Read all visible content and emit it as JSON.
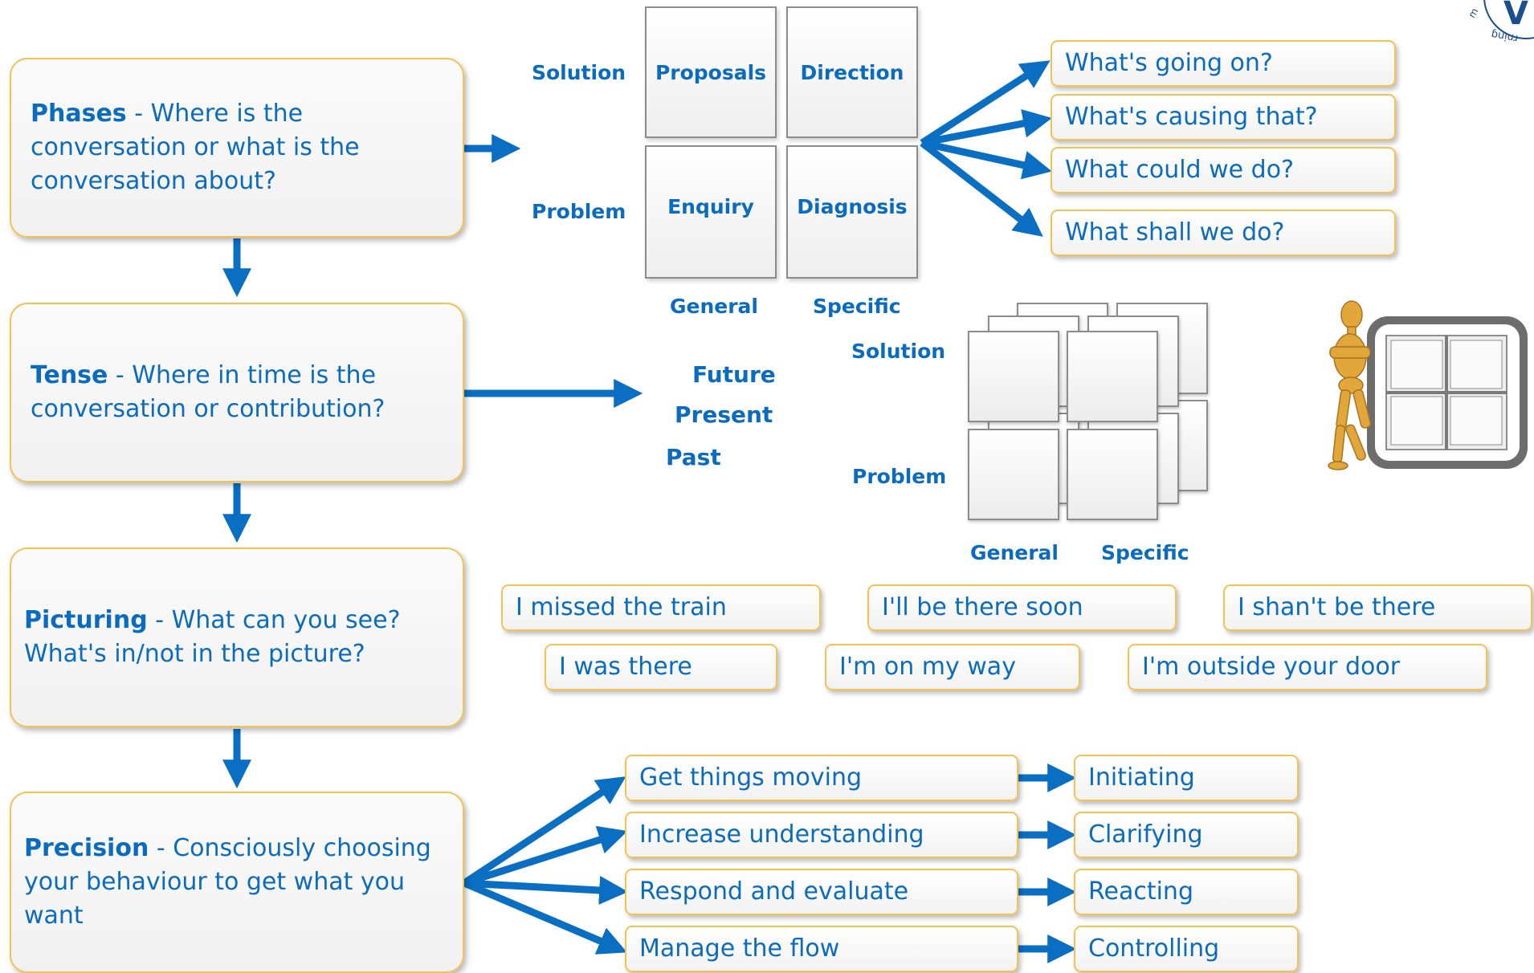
{
  "steps": [
    {
      "title": "Phases",
      "sep": " - ",
      "desc": "Where is the conversation or what is the conversation about?"
    },
    {
      "title": "Tense",
      "sep": " - ",
      "desc": "Where in time is the conversation or contribution?"
    },
    {
      "title": "Picturing",
      "sep": " - ",
      "desc": "What can you see? What's in/not in the picture?"
    },
    {
      "title": "Precision",
      "sep": " - ",
      "desc": "Consciously choosing your behaviour to get what you want"
    }
  ],
  "phases_grid": {
    "row_labels": [
      "Solution",
      "Problem"
    ],
    "col_labels": [
      "General",
      "Specific"
    ],
    "cells": [
      "Proposals",
      "Direction",
      "Enquiry",
      "Diagnosis"
    ]
  },
  "questions": [
    "What's going on?",
    "What's causing that?",
    "What could we do?",
    "What shall we do?"
  ],
  "tense_words": [
    "Future",
    "Present",
    "Past"
  ],
  "stacked_grid": {
    "row_labels": [
      "Solution",
      "Problem"
    ],
    "col_labels": [
      "General",
      "Specific"
    ]
  },
  "picturing_statements": [
    "I missed the train",
    "I'll be there soon",
    "I shan't be there",
    "I was there",
    "I'm on my way",
    "I'm outside your door"
  ],
  "precision": {
    "goals": [
      "Get things moving",
      "Increase understanding",
      "Respond and evaluate",
      "Manage the flow"
    ],
    "behaviours": [
      "Initiating",
      "Clarifying",
      "Reacting",
      "Controlling"
    ]
  },
  "logo": {
    "letter": "V",
    "fragment": "ɓuᴉuɹ"
  },
  "colors": {
    "accent": "#0b6bbd",
    "box_border": "#f3c254",
    "arrow": "#0a6fc3"
  }
}
